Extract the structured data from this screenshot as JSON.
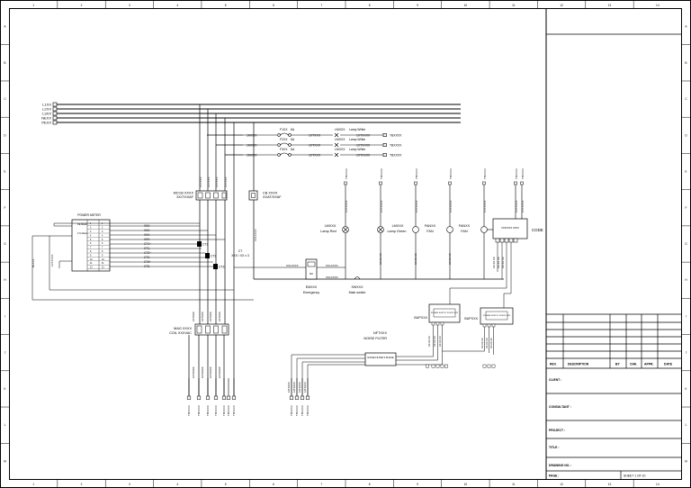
{
  "frame": {
    "columns": [
      "1",
      "2",
      "3",
      "4",
      "5",
      "6",
      "7",
      "8",
      "9",
      "10",
      "11",
      "12",
      "13",
      "14"
    ],
    "rows": [
      "A",
      "B",
      "C",
      "D",
      "E",
      "F",
      "G",
      "H",
      "I",
      "J",
      "K",
      "L",
      "M"
    ]
  },
  "busbars": {
    "labels": [
      "L1XX",
      "L2XX",
      "L3XX",
      "NEXX",
      "PEXX"
    ]
  },
  "breaker_rows": [
    {
      "left": "1MXXX",
      "fuse": "F1XX",
      "rating": "6A",
      "mid": "1XTXXX",
      "lamp_tag": "LMXXX",
      "lamp_label": "Lamp White",
      "right": "1XTXXXX",
      "out": "TBXXXX"
    },
    {
      "left": "1MXXX",
      "fuse": "F2XX",
      "rating": "6A",
      "mid": "1XTXXX",
      "lamp_tag": "LMXXX",
      "lamp_label": "Lamp White",
      "right": "1XTXXXX",
      "out": "TBXXXX"
    },
    {
      "left": "1MXXX",
      "fuse": "F3XX",
      "rating": "6A",
      "mid": "1XTXXX",
      "lamp_tag": "LMXXX",
      "lamp_label": "Lamp White",
      "right": "1XTXXXX",
      "out": "TBXXXX"
    }
  ],
  "power_meter": {
    "title": "POWER METER",
    "left_pins": [
      "1",
      "2",
      "3",
      "4",
      "5",
      "6",
      "7",
      "8",
      "9",
      "10",
      "11",
      "12"
    ],
    "right_pins": [
      "1",
      "2",
      "3",
      "4",
      "5",
      "6",
      "7",
      "8",
      "9",
      "10",
      "11",
      "12"
    ],
    "inner_labels": [
      "PE Meter",
      "1:S Meter"
    ],
    "signals": [
      "VXX",
      "VXX",
      "VXX",
      "VXX",
      "CT1+",
      "CT1-",
      "CT2+",
      "CT2-",
      "CT3+",
      "CT3-"
    ],
    "left_tag": "BLXXX",
    "left_tag2": "1XTXXXX"
  },
  "ct": {
    "labels": [
      "CT1",
      "CT2",
      "CT3"
    ],
    "tag": "CT",
    "spec": "XXX / XX x 3"
  },
  "mccb": {
    "name": "MCCB XXXX",
    "spec": "3X/7/XXAF"
  },
  "cb": {
    "name": "CB XXXX",
    "spec": "XXAT/XXAF"
  },
  "mag": {
    "name": "MAG XXXX",
    "spec": "COIL XXXVAC"
  },
  "devices": [
    {
      "tag": "LMXXX",
      "label": "Lamp Red"
    },
    {
      "tag": "LMXXX",
      "label": "Lamp Green"
    },
    {
      "tag": "FANXX",
      "label": "FAN"
    },
    {
      "tag": "FANXX",
      "label": "FAN"
    }
  ],
  "device_top_tags": [
    "TBXXXX",
    "TBXXXX",
    "TBXXXX",
    "TBXXXX",
    "TBXXXX",
    "TBXXXX",
    "TBXXXX"
  ],
  "code_box": {
    "name": "CODE",
    "inner": "XXXXXXX XXXX"
  },
  "emergency": {
    "tag": "EMXXX",
    "label": "Emergency",
    "left": "XXLXXXX",
    "right": "XXLXXXX",
    "coil": "NC"
  },
  "main_switch": {
    "tag": "SWXXX",
    "label": "Main switch",
    "right": "XXLXXXX"
  },
  "bup": [
    {
      "name": "BUPXXX",
      "inner": "POWER SUPPLY XXXXX XXX"
    },
    {
      "name": "BUPXXX",
      "inner": "POWER SUPPLY XXXXX XXX"
    }
  ],
  "nf": {
    "tag": "NFTXXX",
    "label": "NOISE FILTER",
    "inner": "NOISE FILTER 3 PHASE"
  },
  "vertical_tags": {
    "mccb_top": [
      "1XTXXX",
      "1XTXXX",
      "1XTXXX",
      "1XTXXX"
    ],
    "mag_top": [
      "1XTXXX",
      "1XTXXX",
      "1XTXXX",
      "1XTXXX"
    ],
    "mag_bottom": [
      "1XTXXXX",
      "1XTXXXX",
      "1XTXXXX",
      "1XTXXXX"
    ],
    "nf_bottom": [
      "1XTXXXX",
      "1XTXXXX",
      "1XTXXXX",
      "1XTXXXX"
    ],
    "cb_drop": "XXLXXXX",
    "device_mid": [
      "1XTXXXX",
      "1XTXXXX",
      "1XTXXXX",
      "1XTXXXX",
      "1XTXXXX",
      "1XTXXXX",
      "1XTXXXX"
    ],
    "device_bottom": [
      "XX XX XX",
      "XX XX XX",
      "XX XX XX",
      "XX XX XX",
      "XX XX XX",
      "XX XX XX"
    ],
    "bup_bottom": [
      "XX XX XX",
      "XX XX XX",
      "XX XX XX",
      "XX XX XX",
      "XX XX XX",
      "XX XX XX"
    ]
  },
  "bottom_terminals": {
    "group_left": [
      "TBXXXX",
      "TBXXXX",
      "TBXXXX",
      "TBXXXX",
      "TBXXXX",
      "TBXXXX",
      "TBXXXX"
    ],
    "group_mid": [
      "TBXXXX",
      "TBXXXX",
      "TBXXXX",
      "TBXXXX"
    ],
    "group_right": [
      "TBXXXX",
      "TBXXXX",
      "TBXXXX",
      "TBXXXX",
      "TBXXXX",
      "TBXXXX",
      "TBXXXX",
      "TBXXXX"
    ]
  },
  "title_block": {
    "rev_headers": [
      "REV.",
      "DESCRIPTION",
      "BY",
      "CHK.",
      "APPR.",
      "DATE"
    ],
    "client": "CLIENT :",
    "consultant": "CONSULTANT :",
    "project": "PROJECT :",
    "title": "TITLE :",
    "drawing_no": "DRAWING NO. :",
    "page": "PAGE :",
    "sheet": "SHEET 1 OF 10"
  }
}
